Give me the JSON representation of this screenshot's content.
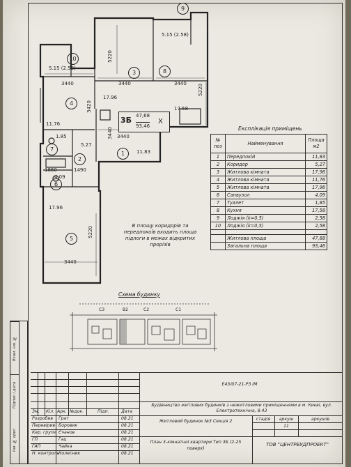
{
  "side_stamp": [
    "Інв. № ориг.",
    "Підпис і дата",
    "Взам. інв. №"
  ],
  "plan": {
    "rooms": [
      {
        "num": "10"
      },
      {
        "num": "9"
      },
      {
        "num": "3"
      },
      {
        "num": "8"
      },
      {
        "num": "4"
      },
      {
        "num": "7"
      },
      {
        "num": "6"
      },
      {
        "num": "1"
      },
      {
        "num": "2"
      },
      {
        "num": "5"
      }
    ],
    "labels": {
      "loggia10": "5.15 (2.58)",
      "loggia9": "5.15 (2.58)",
      "dim_3440_a": "3440",
      "dim_3440_b": "3440",
      "dim_3440_c": "3440",
      "dim_3440_d": "3440",
      "dim_3440_e": "3440",
      "dim_5220_a": "5220",
      "dim_5220_b": "5220",
      "dim_5220_c": "5220",
      "dim_3420": "3420",
      "dim_3440_v": "3440",
      "area_17_96_a": "17.96",
      "area_17_58": "17.58",
      "area_11_76": "11.76",
      "area_11_83": "11.83",
      "area_1_85": "1.85",
      "area_5_27": "5.27",
      "area_1860": "1860",
      "area_1490": "1490",
      "area_4_09": "4.09",
      "area_17_96_b": "17.96"
    },
    "badge": {
      "type": "3Б",
      "living": "47,68",
      "total": "93,46",
      "mark": "X"
    },
    "note": "В площу коридорів та передпокоїв входить площа підлоги в межах відкритих прорізів"
  },
  "explication": {
    "title": "Експлікація приміщень",
    "headers": [
      "№ поз",
      "Найменування",
      "Площа м2"
    ],
    "rows": [
      [
        "1",
        "Передпокій",
        "11,83"
      ],
      [
        "2",
        "Коридор",
        "5,27"
      ],
      [
        "3",
        "Житлова кімната",
        "17,96"
      ],
      [
        "4",
        "Житлова кімната",
        "11,76"
      ],
      [
        "5",
        "Житлова кімната",
        "17,96"
      ],
      [
        "6",
        "Санвузол",
        "4,09"
      ],
      [
        "7",
        "Туалет",
        "1,85"
      ],
      [
        "8",
        "Кухня",
        "17,58"
      ],
      [
        "9",
        "Лоджія (k=0,5)",
        "2,58"
      ],
      [
        "10",
        "Лоджія (k=0,5)",
        "2,58"
      ]
    ],
    "totals": [
      [
        "Житлова площа",
        "47,68"
      ],
      [
        "Загальна площа",
        "93,46"
      ]
    ]
  },
  "scheme": {
    "title": "Схема будинку",
    "sections": [
      "С3",
      "В2",
      "С2",
      "С1"
    ]
  },
  "title_block": {
    "code": "Е43/07-21-РЗ  ІМ",
    "project": "Будівництво житлових будинків з нежитловими приміщеннями в м. Києві, вул. Електротехнічна, 8.43",
    "header_cols": [
      "Зм.",
      "Кіл.",
      "Арк.",
      "№док.",
      "Підп.",
      "Дата"
    ],
    "people": [
      [
        "Розробив",
        "Грат",
        "08.21"
      ],
      [
        "Перевірив",
        "Боровик",
        "08.21"
      ],
      [
        "Кер. групи",
        "Єчанов",
        "08.21"
      ],
      [
        "ГП",
        "Гац",
        "08.21"
      ],
      [
        "ГАП",
        "Чайка",
        "08.21"
      ],
      [
        "Н. контроль",
        "Колесник",
        "08.21"
      ]
    ],
    "building": "Житловий будинок №3 Секція 2",
    "stage_headers": [
      "стадія",
      "аркуш",
      "аркушів"
    ],
    "stage_values": [
      "",
      "11",
      ""
    ],
    "sheet_title": "План 3-кімнатної квартири Тип 3Б (2-25 поверх)",
    "org": "ТОВ \"ЦЕНТРБУДПРОЕКТ\""
  }
}
